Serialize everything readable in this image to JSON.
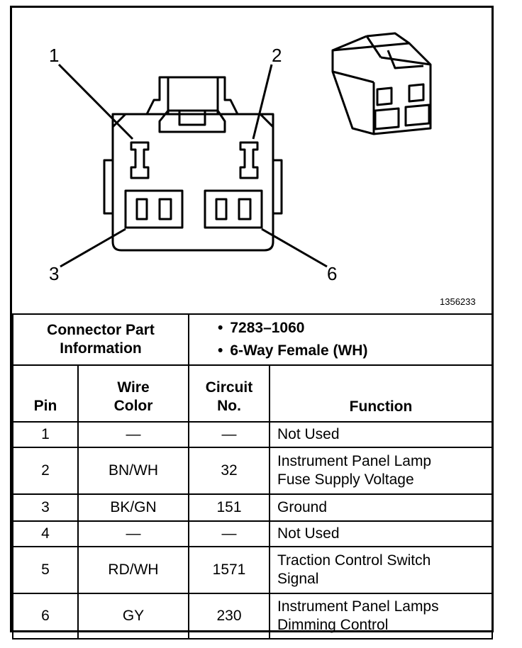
{
  "diagram": {
    "figure_id": "1356233",
    "callouts": [
      "1",
      "2",
      "3",
      "6"
    ]
  },
  "connector_info": {
    "label_line1": "Connector Part",
    "label_line2": "Information",
    "bullets": [
      "7283–1060",
      "6-Way Female (WH)"
    ]
  },
  "table": {
    "headers": {
      "pin": "Pin",
      "wire_color": [
        "Wire",
        "Color"
      ],
      "circuit": [
        "Circuit",
        "No."
      ],
      "function": "Function"
    },
    "rows": [
      {
        "pin": "1",
        "color": "—",
        "circuit": "—",
        "function": [
          "Not Used"
        ]
      },
      {
        "pin": "2",
        "color": "BN/WH",
        "circuit": "32",
        "function": [
          "Instrument Panel Lamp",
          "Fuse Supply Voltage"
        ]
      },
      {
        "pin": "3",
        "color": "BK/GN",
        "circuit": "151",
        "function": [
          "Ground"
        ]
      },
      {
        "pin": "4",
        "color": "—",
        "circuit": "—",
        "function": [
          "Not Used"
        ]
      },
      {
        "pin": "5",
        "color": "RD/WH",
        "circuit": "1571",
        "function": [
          "Traction Control Switch",
          "Signal"
        ]
      },
      {
        "pin": "6",
        "color": "GY",
        "circuit": "230",
        "function": [
          "Instrument Panel Lamps",
          "Dimming Control"
        ]
      }
    ]
  }
}
